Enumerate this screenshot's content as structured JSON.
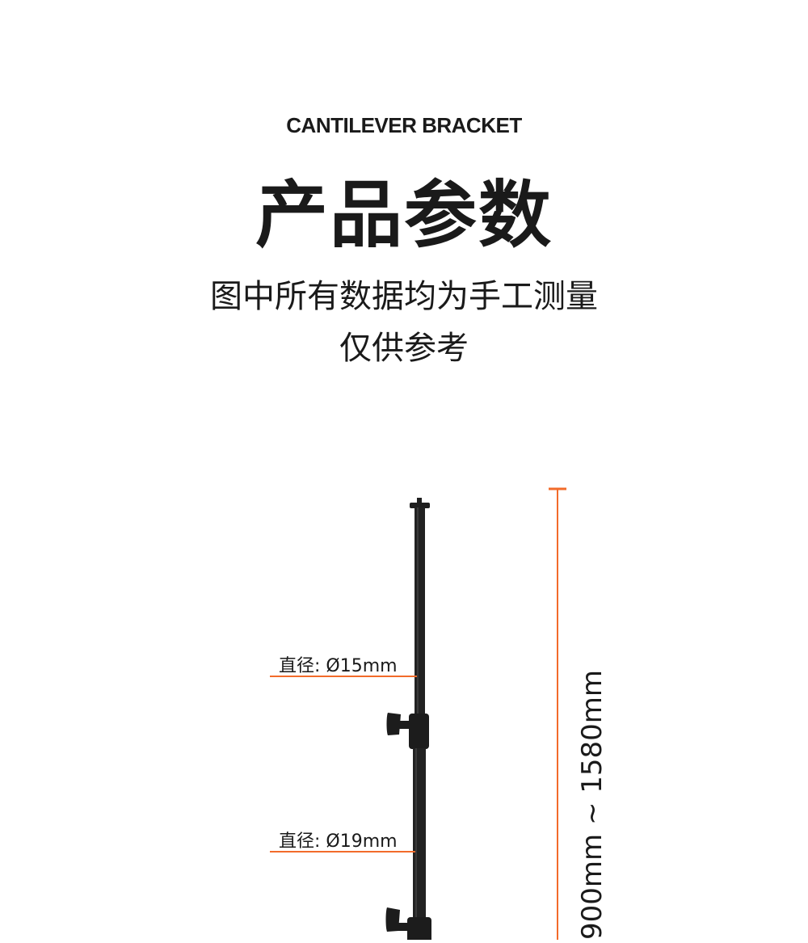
{
  "header": {
    "eyebrow": "CANTILEVER BRACKET",
    "title": "产品参数",
    "subtitle_line1": "图中所有数据均为手工测量",
    "subtitle_line2": "仅供参考"
  },
  "figure": {
    "diameter_upper_label": "直径: Ø15mm",
    "diameter_lower_label": "直径: Ø19mm",
    "length_label": "900mm ~ 1580mm",
    "accent_color": "#f26b2a",
    "pole_color": "#1f1f1f"
  }
}
